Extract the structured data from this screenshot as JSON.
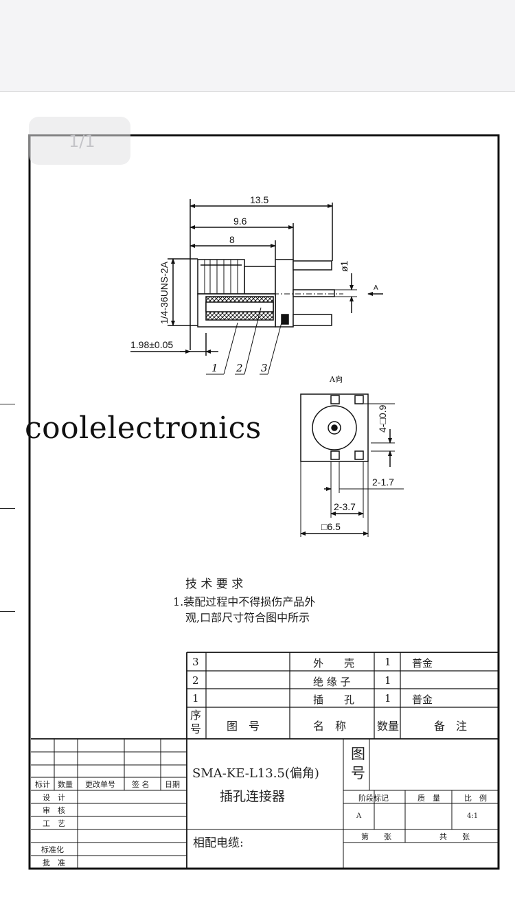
{
  "page_indicator": "1/1",
  "watermark": "coolelectronics",
  "dimensions": {
    "d_13_5": "13.5",
    "d_9_6": "9.6",
    "d_8": "8",
    "thread": "1/4-36UNS-2A",
    "d_1_98": "1.98±0.05",
    "phi1": "ø1",
    "view_a_arrow": "A",
    "view_a_title": "A向",
    "d_4_sq09": "4-□0.9",
    "d_2_1_7": "2-1.7",
    "d_2_3_7": "2-3.7",
    "d_sq6_5": "□6.5",
    "callout_1": "1",
    "callout_2": "2",
    "callout_3": "3"
  },
  "tech_notes": {
    "title": "技 术 要 求",
    "line1": "1.装配过程中不得损伤产品外",
    "line2": "观,口部尺寸符合图中所示"
  },
  "parts_table": {
    "rows": [
      {
        "no": "3",
        "drawing_no": "",
        "name": "外　　壳",
        "qty": "1",
        "remark": "普金"
      },
      {
        "no": "2",
        "drawing_no": "",
        "name": "绝 缘 子",
        "qty": "1",
        "remark": ""
      },
      {
        "no": "1",
        "drawing_no": "",
        "name": "插　　孔",
        "qty": "1",
        "remark": "普金"
      }
    ],
    "header": {
      "no": "序号",
      "drawing_no": "图　号",
      "name": "名　称",
      "qty": "数量",
      "remark": "备　注"
    }
  },
  "title_block": {
    "rev_headers": [
      "标计",
      "数量",
      "更改单号",
      "签 名",
      "日期"
    ],
    "roles": [
      "设　计",
      "审　核",
      "工　艺",
      "",
      "标准化",
      "批　准"
    ],
    "product_name": "SMA-KE-L13.5(偏角)",
    "product_desc": "插孔连接器",
    "drawing_no_label": "图号",
    "stage_label": "阶段标记",
    "weight_label": "质　量",
    "scale_label": "比　例",
    "stage_value": "A",
    "scale_value": "4:1",
    "sheet_label": "第　　张",
    "total_label": "共　　张",
    "cable_label": "相配电缆:"
  }
}
